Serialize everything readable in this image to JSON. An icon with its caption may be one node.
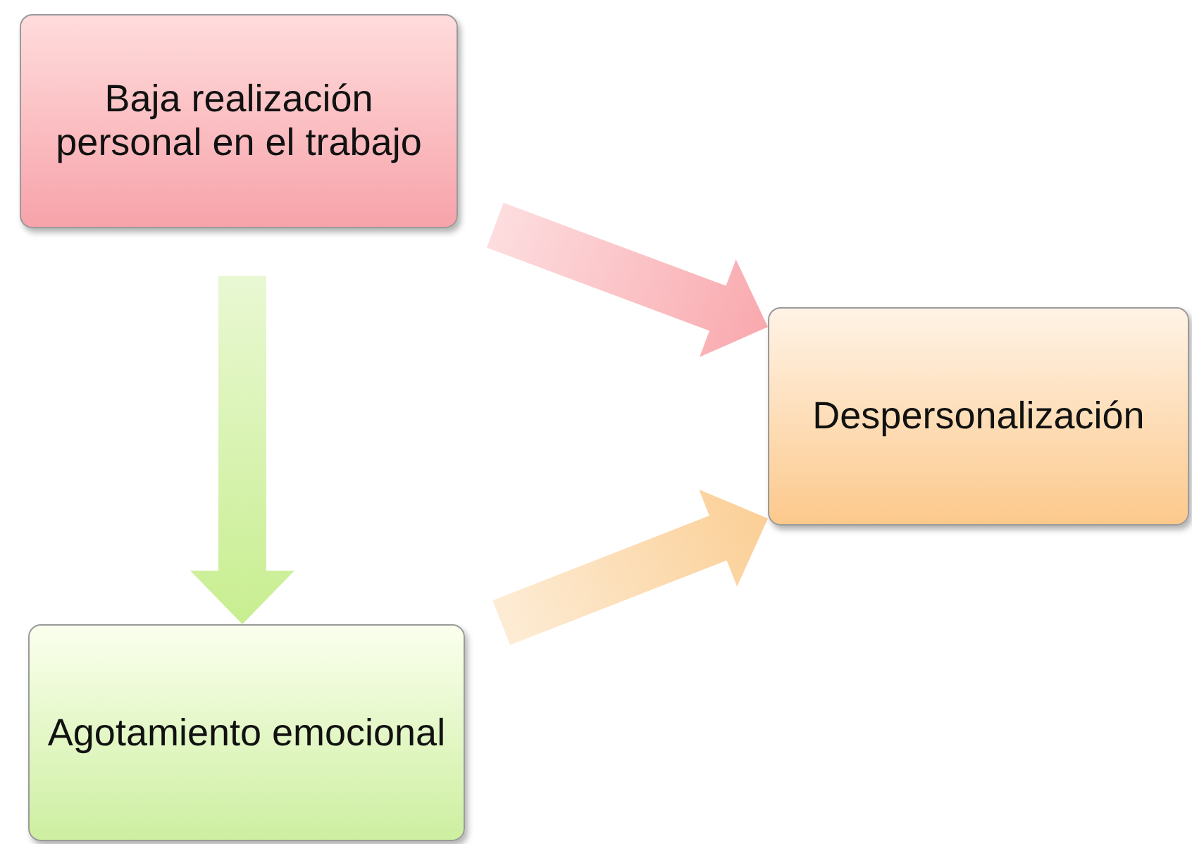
{
  "diagram": {
    "nodes": [
      {
        "text": [
          "Baja realización personal en el trabajo"
        ]
      },
      {
        "text": [
          "Despersonalización"
        ]
      },
      {
        "text": [
          "Agotamiento emocional"
        ]
      }
    ],
    "edges": [
      {
        "from": 0,
        "to": 1,
        "arrow": "to",
        "color": "#f9a9ae"
      },
      {
        "from": 0,
        "to": 2,
        "arrow": "to",
        "color": "#c8ee90"
      },
      {
        "from": 2,
        "to": 1,
        "arrow": "to",
        "color": "#fbcf96"
      }
    ]
  }
}
